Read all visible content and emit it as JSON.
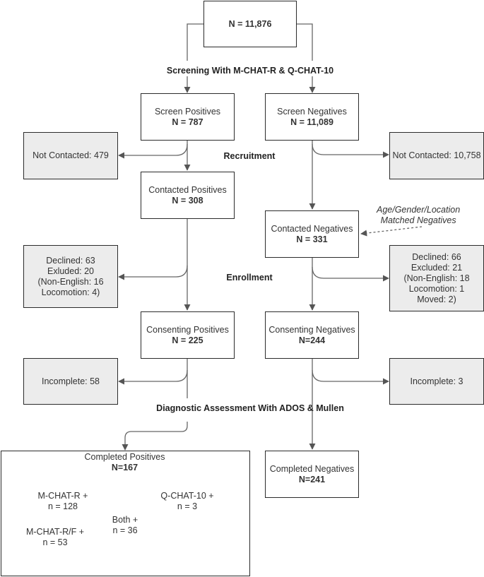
{
  "total": "N = 11,876",
  "stages": {
    "screening": "Screening With M-CHAT-R & Q-CHAT-10",
    "recruitment": "Recruitment",
    "enrollment": "Enrollment",
    "diagnostic": "Diagnostic Assessment With ADOS & Mullen"
  },
  "screen_positives": {
    "label": "Screen Positives",
    "n": "N = 787"
  },
  "screen_negatives": {
    "label": "Screen Negatives",
    "n": "N = 11,089"
  },
  "not_contacted_pos": "Not Contacted: 479",
  "not_contacted_neg": "Not Contacted: 10,758",
  "contacted_positives": {
    "label": "Contacted Positives",
    "n": "N = 308"
  },
  "contacted_negatives": {
    "label": "Contacted Negatives",
    "n": "N = 331"
  },
  "matched_note": [
    "Age/Gender/Location",
    "Matched Negatives"
  ],
  "declined_pos": [
    "Declined: 63",
    "Exluded: 20",
    "(Non-English: 16",
    "Locomotion: 4)"
  ],
  "declined_neg": [
    "Declined: 66",
    "Excluded: 21",
    "(Non-English: 18",
    "Locomotion: 1",
    "Moved: 2)"
  ],
  "consenting_positives": {
    "label": "Consenting Positives",
    "n": "N = 225"
  },
  "consenting_negatives": {
    "label": "Consenting Negatives",
    "n": "N=244"
  },
  "incomplete_pos": "Incomplete: 58",
  "incomplete_neg": "Incomplete: 3",
  "completed_positives": {
    "label": "Completed Positives",
    "n": "N=167"
  },
  "completed_negatives": {
    "label": "Completed Negatives",
    "n": "N=241"
  },
  "venn": {
    "mchat": [
      "M-CHAT-R +",
      "n = 128"
    ],
    "qchat": [
      "Q-CHAT-10 +",
      "n = 3"
    ],
    "both": [
      "Both +",
      "n = 36"
    ],
    "mchatrf": [
      "M-CHAT-R/F +",
      "n = 53"
    ]
  }
}
